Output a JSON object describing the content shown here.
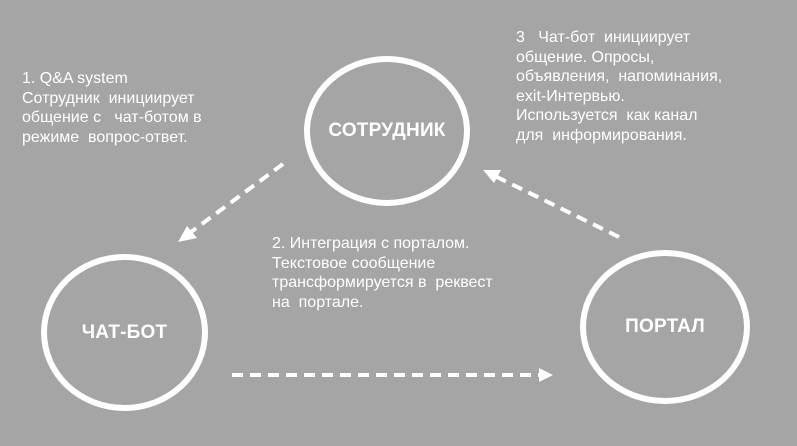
{
  "nodes": {
    "employee": "СОТРУДНИК",
    "chatbot": "ЧАТ-БОТ",
    "portal": "ПОРТАЛ"
  },
  "descriptions": {
    "qa": [
      "1. Q&A system",
      "Сотрудник  инициирует",
      "общение с   чат-ботом в",
      "режиме  вопрос-ответ."
    ],
    "integration": [
      "2. Интеграция с порталом.",
      "Текстовое сообщение",
      "трансформируется в  реквест",
      "на  портале."
    ],
    "chatbot_initiates": [
      "3   Чат-бот  инициирует",
      "общение. Опросы,",
      "объявления,  напоминания,",
      "exit-Интервью.",
      "Используется  как канал",
      "для  информирования."
    ]
  },
  "colors": {
    "background": "#a5a5a5",
    "foreground": "#ffffff"
  }
}
